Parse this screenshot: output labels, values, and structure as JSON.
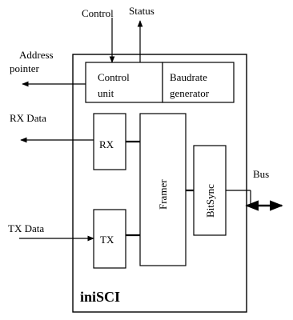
{
  "diagram": {
    "external_labels": {
      "control": "Control",
      "status": "Status",
      "address_pointer_line1": "Address",
      "address_pointer_line2": "pointer",
      "rx_data": "RX Data",
      "tx_data": "TX Data",
      "bus": "Bus"
    },
    "blocks": {
      "control_unit_line1": "Control",
      "control_unit_line2": "unit",
      "baudrate_line1": "Baudrate",
      "baudrate_line2": "generator",
      "rx": "RX",
      "tx": "TX",
      "framer": "Framer",
      "bitsync": "BitSync"
    },
    "module_name": "iniSCI"
  }
}
